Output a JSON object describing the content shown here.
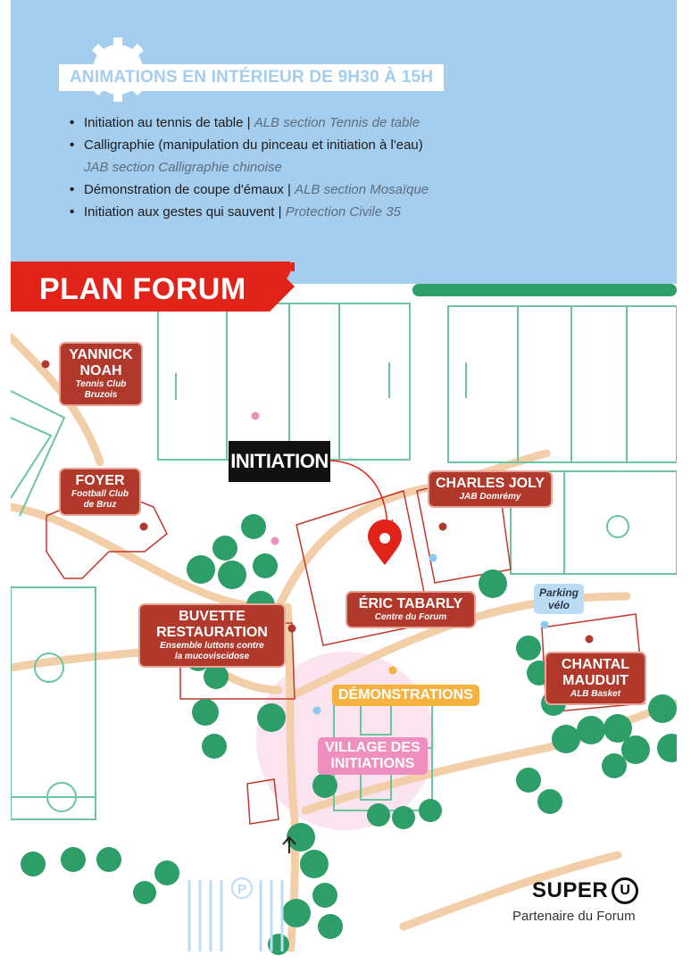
{
  "header": {
    "animations_title": "ANIMATIONS EN INTÉRIEUR DE 9H30 À 15H",
    "activities": [
      {
        "activity": "Initiation au tennis de table",
        "separator": " | ",
        "organizer": "ALB section Tennis de table"
      },
      {
        "activity": "Calligraphie (manipulation du pinceau et initiation à l'eau)",
        "organizer_line": "JAB section Calligraphie chinoise"
      },
      {
        "activity": "Démonstration de coupe d'émaux",
        "separator": " | ",
        "organizer": "ALB section Mosaïque"
      },
      {
        "activity": "Initiation aux gestes qui sauvent",
        "separator": " | ",
        "organizer": "Protection Civile 35"
      }
    ],
    "bullet": "•"
  },
  "plan": {
    "title": "PLAN FORUM",
    "callout": "INITIATION",
    "locations": {
      "yannick_noah": {
        "name1": "YANNICK",
        "name2": "NOAH",
        "sub1": "Tennis Club",
        "sub2": "Bruzois"
      },
      "foyer": {
        "name1": "FOYER",
        "sub1": "Football Club",
        "sub2": "de Bruz"
      },
      "charles_joly": {
        "name1": "CHARLES JOLY",
        "sub1": "JAB Domrémy"
      },
      "eric_tabarly": {
        "name1": "ÉRIC TABARLY",
        "sub1": "Centre du Forum"
      },
      "buvette": {
        "name1": "BUVETTE",
        "name2": "RESTAURATION",
        "sub1": "Ensemble luttons contre",
        "sub2": "la mucoviscidose"
      },
      "chantal_mauduit": {
        "name1": "CHANTAL",
        "name2": "MAUDUIT",
        "sub1": "ALB Basket"
      }
    },
    "demonstrations": "DÉMONSTRATIONS",
    "village": {
      "line1": "VILLAGE DES",
      "line2": "INITIATIONS"
    },
    "parking_velo": {
      "line1": "Parking",
      "line2": "vélo"
    },
    "parking_symbol": "P",
    "icons": [
      "location-pin-icon",
      "parking-icon",
      "arrow-up-icon",
      "gear-badge-icon",
      "curved-arrow-icon"
    ]
  },
  "sponsor": {
    "brand": "SUPER",
    "brand_mark": "U",
    "tagline": "Partenaire du Forum"
  },
  "colors": {
    "sky_blue": "#a4cdee",
    "red": "#e2231a",
    "tag_red": "#b0392c",
    "green_line": "#6cc4a0",
    "tree_green": "#2e9e68",
    "path_beige": "#f3cfa9",
    "orange": "#f5b240",
    "pink": "#ef8fbf"
  }
}
